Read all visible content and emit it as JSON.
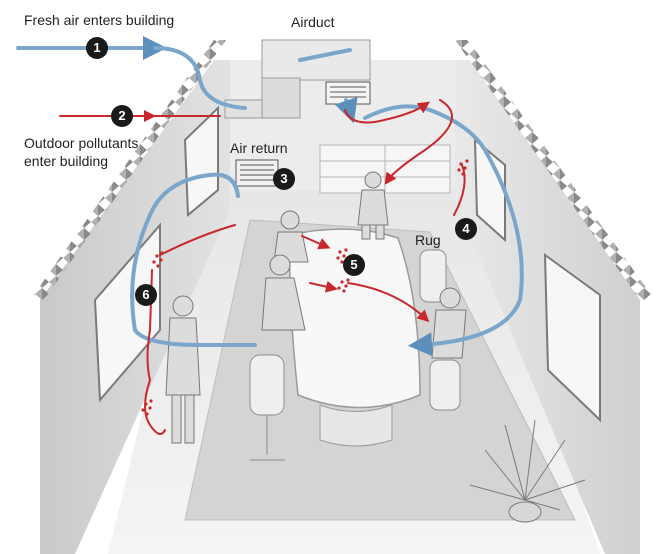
{
  "labels": {
    "fresh_air": "Fresh air enters building",
    "airduct": "Airduct",
    "outdoor_pollutants_line1": "Outdoor pollutants",
    "outdoor_pollutants_line2": "enter building",
    "air_return": "Air return",
    "rug": "Rug"
  },
  "markers": [
    "1",
    "2",
    "3",
    "4",
    "5",
    "6"
  ],
  "colors": {
    "fresh_air_flow": "#6f9cc4",
    "pollutant_flow": "#c8282b",
    "badge_fill": "#1a1a1a",
    "wall": "#dcdcdc",
    "floor": "#eeeeee",
    "rug": "#d2d2d2"
  }
}
